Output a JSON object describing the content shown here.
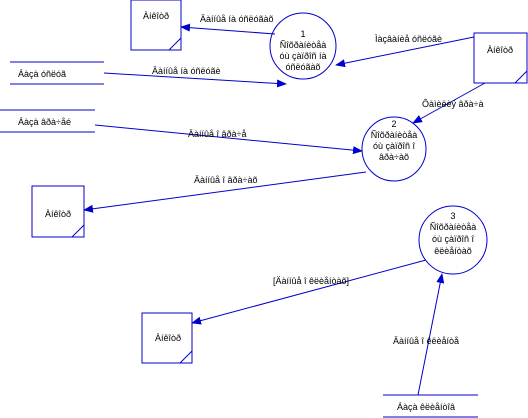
{
  "colors": {
    "line": "#0000cc",
    "text": "#000000",
    "background": "#ffffff"
  },
  "externals": {
    "ext_top_left": "Àíêîòð",
    "ext_top_right": "Àíêîòð",
    "ext_mid_left": "Àíêîòð",
    "ext_bottom": "Àíêîòð"
  },
  "processes": {
    "p1": {
      "number": "1",
      "lines": [
        "Ñîõðàíèòåà",
        "óù çàïðîñ íà",
        "óñëóãàõ"
      ]
    },
    "p2": {
      "number": "2",
      "lines": [
        "Ñîõðàíèòåà",
        "óù çàïðîñ î",
        "âðà÷àõ"
      ]
    },
    "p3": {
      "number": "3",
      "lines": [
        "Ñîõðàíèòåà",
        "óù çàïðîñ î",
        "êëèåíòàõ"
      ]
    }
  },
  "stores": {
    "services": "Áàçà óñëóã",
    "doctors": "Áàçà âðà÷åé",
    "clients": "Áàçà êëèåíòîâ"
  },
  "flows": {
    "p1_to_ext_top_left": "Äàííûå íà óñëóãàõ",
    "ext_top_right_to_p1": "Ìàçâàíèå óñëóãè",
    "services_to_p1": "Äàííûå íà óñëóãè",
    "ext_top_right_to_p2": "Ôàìèëèÿ âðà÷à",
    "doctors_to_p2": "Äàííûå î âðà÷å",
    "p2_to_ext_mid_left": "Äàííûå î âðà÷àõ",
    "p3_to_ext_bottom": "[Äàííûå î êëèåíòàõ]",
    "clients_to_p3": "Äàííûå î êëèåíòå"
  }
}
